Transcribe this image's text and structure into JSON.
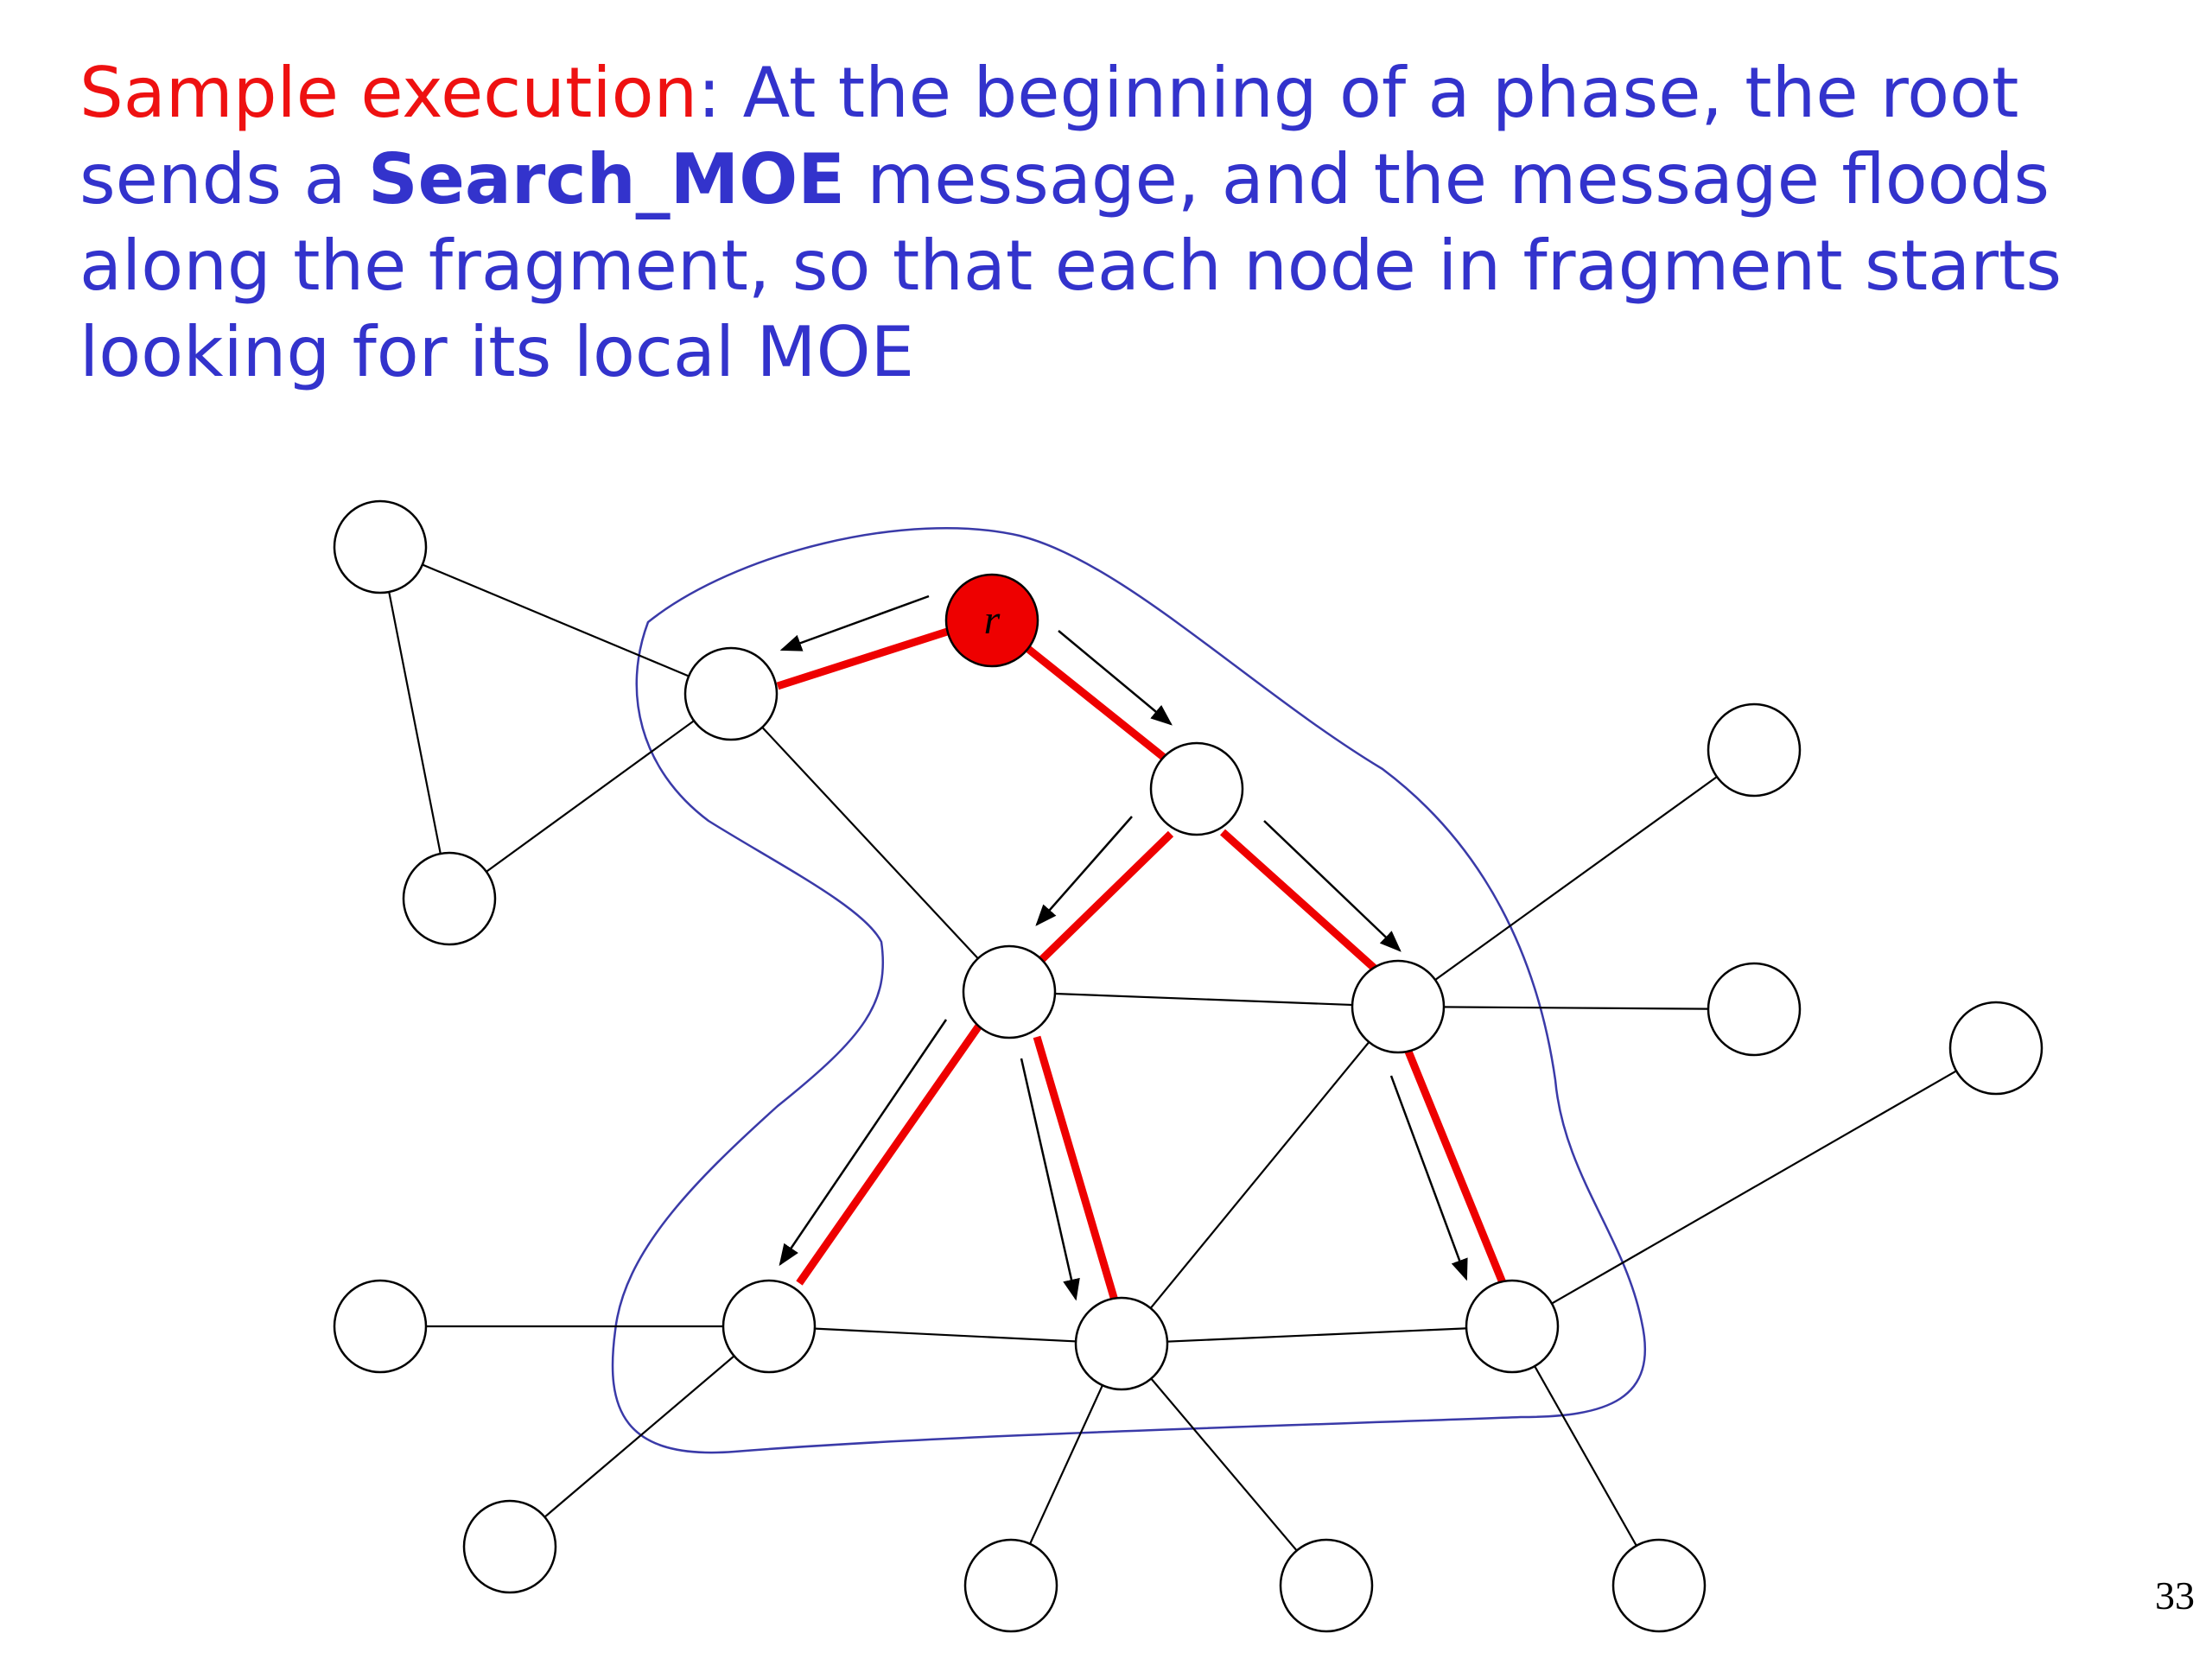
{
  "title": {
    "highlight": "Sample execution",
    "after_highlight": ": At the beginning of a phase, the root sends a ",
    "message_name": "Search_MOE",
    "rest": " message, and the message floods along the fragment, so that each node in fragment starts looking for its local MOE"
  },
  "root_label": "r",
  "page_number": "33",
  "colors": {
    "text_blue": "#3333cc",
    "highlight_red": "#ee1111",
    "tree_edge_red": "#ee0000",
    "root_fill": "#ee0000",
    "fragment_outline": "#3a3aa8",
    "edge_black": "#000000"
  }
}
